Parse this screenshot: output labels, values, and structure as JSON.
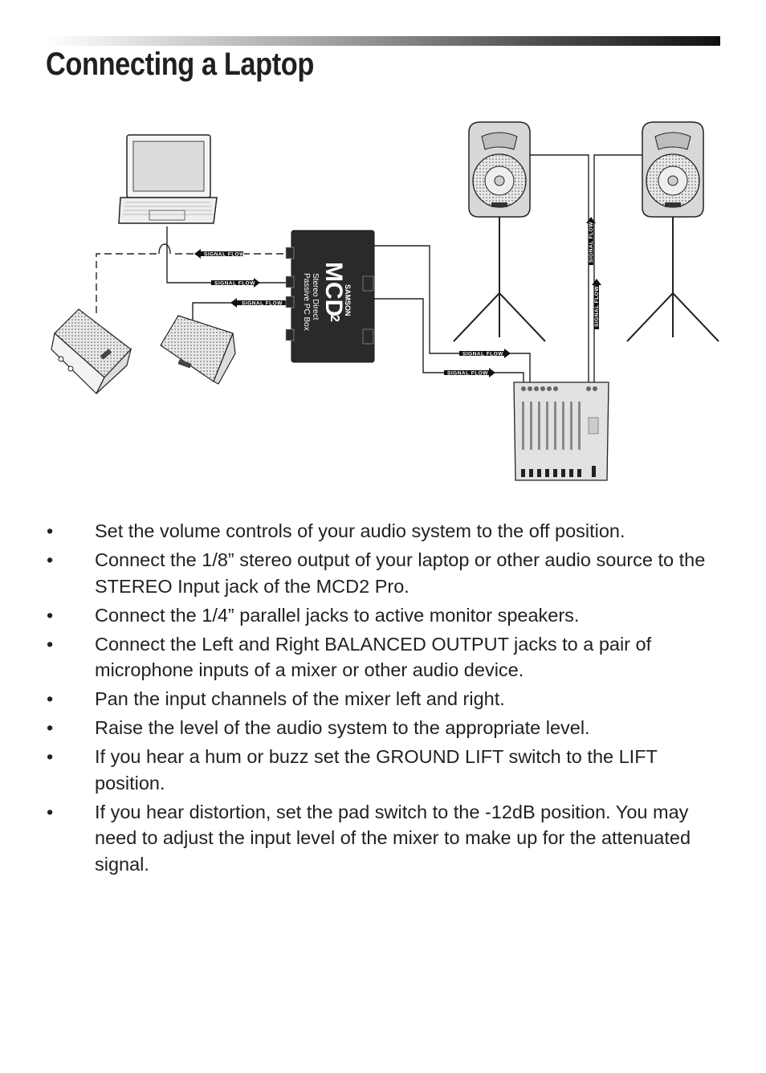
{
  "page": {
    "title": "Connecting a Laptop"
  },
  "diagram": {
    "signal_flow_label": "SIGNAL FLOW",
    "mcd_model": "MCD",
    "mcd_number": "2",
    "mcd_line1": "Stereo Direct",
    "mcd_line2": "Passive PC Box",
    "mcd_brand": "SAMSON"
  },
  "steps": [
    "Set the volume controls of your audio system to the off position.",
    "Connect the 1/8” stereo output of your laptop or other audio source to the STEREO Input jack of the MCD2 Pro.",
    "Connect the 1/4” parallel jacks to active monitor speakers.",
    "Connect the Left and Right BALANCED OUTPUT jacks to a pair of microphone inputs of a mixer or other audio device.",
    "Pan the input channels of the mixer left and right.",
    "Raise the level of the audio system to the appropriate level.",
    "If you hear a hum or buzz set the GROUND LIFT switch to the LIFT position.",
    "If you hear distortion, set the pad switch to the -12dB position. You may need to adjust the input level of the mixer to make up for the attenuated signal."
  ],
  "bullet_glyph": "•"
}
